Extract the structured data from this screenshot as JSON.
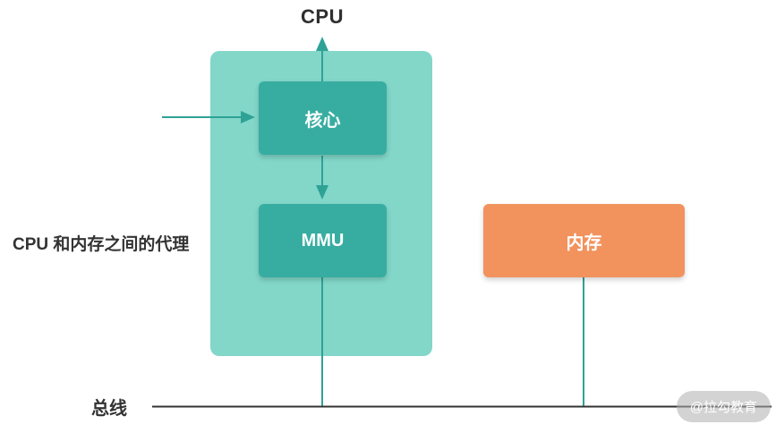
{
  "diagram": {
    "cpu_label": "CPU",
    "core_label": "核心",
    "mmu_label": "MMU",
    "memory_label": "内存",
    "agent_label": "CPU 和内存之间的代理",
    "bus_label": "总线",
    "watermark": "@拉勾教育"
  },
  "colors": {
    "container_fill": "#82d7c9",
    "teal_box_fill": "#37ada1",
    "orange_box_fill": "#f2925d",
    "connector_line": "#2fa296",
    "bus_line": "#333333",
    "text": "#333333"
  }
}
